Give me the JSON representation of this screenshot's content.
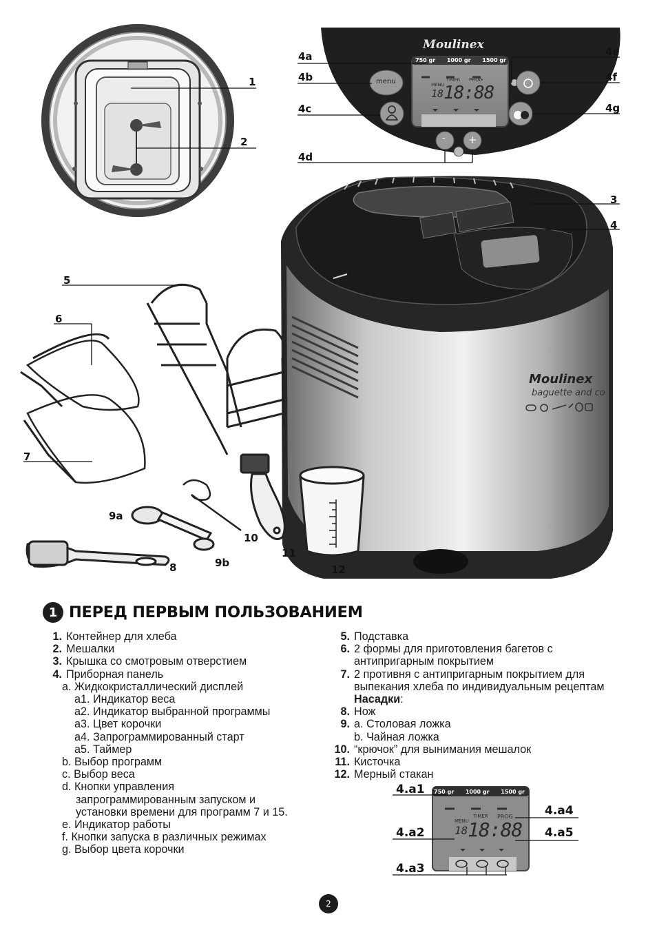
{
  "callouts": {
    "c1": "1",
    "c2": "2",
    "c3": "3",
    "c4": "4",
    "c5": "5",
    "c6": "6",
    "c7": "7",
    "c8": "8",
    "c9a": "9a",
    "c9b": "9b",
    "c10": "10",
    "c11": "11",
    "c12": "12",
    "c4a": "4a",
    "c4b": "4b",
    "c4c": "4c",
    "c4d": "4d",
    "c4e": "4e",
    "c4f": "4f",
    "c4g": "4g",
    "c4a1": "4.a1",
    "c4a2": "4.a2",
    "c4a3": "4.a3",
    "c4a4": "4.a4",
    "c4a5": "4.a5"
  },
  "panel": {
    "brand": "Moulinex",
    "weight1": "750 gr",
    "weight2": "1000 gr",
    "weight3": "1500 gr",
    "menu_button": "menu",
    "lcd_menu": "MENU",
    "lcd_timer": "TIMER",
    "lcd_prog": "PROG",
    "lcd_digits": "18",
    "lcd_time": "18:88",
    "minus": "-",
    "plus": "+"
  },
  "machine": {
    "brand": "Moulinex",
    "model": "baguette and co"
  },
  "section": {
    "number": "1",
    "title": "ПЕРЕД ПЕРВЫМ ПОЛЬЗОВАНИЕМ"
  },
  "left_list": [
    {
      "n": "1.",
      "t": "Контейнер для хлеба"
    },
    {
      "n": "2.",
      "t": "Мешалки"
    },
    {
      "n": "3.",
      "t": "Крышка со смотровым отверстием"
    },
    {
      "n": "4.",
      "t": "Приборная панель"
    }
  ],
  "left_sub": {
    "a": "a. Жидкокристаллический дисплей",
    "a1": "a1. Индикатор веса",
    "a2": "a2. Индикатор выбранной программы",
    "a3": "a3. Цвет корочки",
    "a4": "a4. Запрограммированный старт",
    "a5": "a5. Таймер",
    "b": "b. Выбор программ",
    "c": "c. Выбор веса",
    "d1": "d. Кнопки управления",
    "d2": "запрограммированным запуском и",
    "d3": "установки времени для программ 7 и 15.",
    "e": "e. Индикатор работы",
    "f": "f. Кнопки запуска в различных режимах",
    "g": "g. Выбор цвета корочки"
  },
  "right_list": [
    {
      "n": "5.",
      "t": "Подставка"
    },
    {
      "n": "6.",
      "t": "2 формы для приготовления багетов с"
    },
    {
      "n": "",
      "t": "антипригарным покрытием"
    },
    {
      "n": "7.",
      "t": "2 противня с антипригарным покрытием для"
    },
    {
      "n": "",
      "t": "выпекания хлеба по индивидуальным рецептам"
    }
  ],
  "right_bold": "Насадки",
  "right_colon": ":",
  "right_list2": [
    {
      "n": "8.",
      "t": "Нож"
    },
    {
      "n": "9.",
      "t": "a. Столовая ложка"
    },
    {
      "n": "",
      "t": "b. Чайная ложка"
    },
    {
      "n": "10.",
      "t": "“крючок” для вынимания мешалок"
    },
    {
      "n": "11.",
      "t": "Кисточка"
    },
    {
      "n": "12.",
      "t": "Мерный стакан"
    }
  ],
  "page_number": "2",
  "colors": {
    "dark": "#1f1f1f",
    "panel": "#2a2a2a",
    "lcd": "#8d8d8d",
    "steel": "#b5b5b5"
  }
}
